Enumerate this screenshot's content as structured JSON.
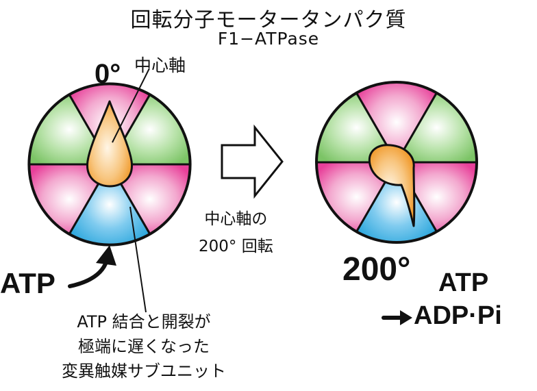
{
  "title": "回転分子モータータンパク質",
  "subtitle": "F1−ATPase",
  "angle_start": "0°",
  "axis_label": "中心軸",
  "arrow_caption_line1": "中心軸の",
  "arrow_caption_line2": "200°  回転",
  "angle_end": "200°",
  "atp_left": "ATP",
  "atp_right": "ATP",
  "adp_pi": "ADP·Pi",
  "subunit_caption_line1": "ATP 結合と開裂が",
  "subunit_caption_line2": "極端に遅くなった",
  "subunit_caption_line3": "変異触媒サブユニット",
  "colors": {
    "alpha": "#8ed17c",
    "beta": "#e8409a",
    "mutant": "#2ba6dc",
    "axis": "#f2a23a"
  }
}
